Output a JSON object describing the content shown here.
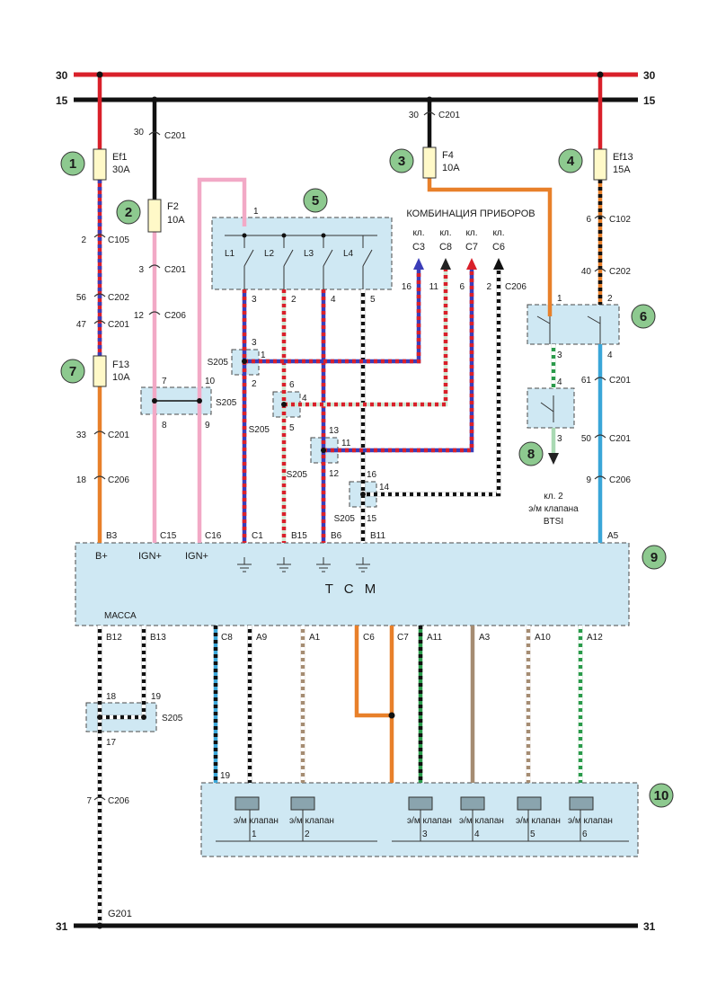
{
  "buses": {
    "top30_left": "30",
    "top30_right": "30",
    "top15_left": "15",
    "top15_right": "15",
    "bottom31_left": "31",
    "bottom31_right": "31"
  },
  "callouts": [
    "1",
    "2",
    "3",
    "4",
    "5",
    "6",
    "7",
    "8",
    "9",
    "10"
  ],
  "fuses": {
    "ef1": {
      "name": "Ef1",
      "rating": "30A"
    },
    "f2": {
      "name": "F2",
      "rating": "10A"
    },
    "f4": {
      "name": "F4",
      "rating": "10A"
    },
    "ef13": {
      "name": "Ef13",
      "rating": "15A"
    },
    "f13": {
      "name": "F13",
      "rating": "10A"
    }
  },
  "connectors": {
    "c105": {
      "pin": "2",
      "name": "C105"
    },
    "c202_a": {
      "pin": "56",
      "name": "C202"
    },
    "c201_a": {
      "pin": "47",
      "name": "C201"
    },
    "c201_b": {
      "pin": "33",
      "name": "C201"
    },
    "c206_a": {
      "pin": "18",
      "name": "C206"
    },
    "c201_f2_top": {
      "pin": "30",
      "name": "C201"
    },
    "c201_f2_bot": {
      "pin": "3",
      "name": "C201"
    },
    "c206_f2": {
      "pin": "12",
      "name": "C206"
    },
    "c201_f4": {
      "pin": "30",
      "name": "C201"
    },
    "c102": {
      "pin": "6",
      "name": "C102"
    },
    "c202_b": {
      "pin": "40",
      "name": "C202"
    },
    "c201_c": {
      "pin": "61",
      "name": "C201"
    },
    "c201_d": {
      "pin": "50",
      "name": "C201"
    },
    "c206_b": {
      "pin": "9",
      "name": "C206"
    },
    "c206_cluster": {
      "name": "C206"
    },
    "c206_bottom": {
      "pin": "7",
      "name": "C206"
    }
  },
  "cluster": {
    "title": "КОМБИНАЦИЯ ПРИБОРОВ",
    "terminals": [
      {
        "kl": "кл.",
        "name": "C3",
        "pin": "16"
      },
      {
        "kl": "кл.",
        "name": "C8",
        "pin": "11"
      },
      {
        "kl": "кл.",
        "name": "C7",
        "pin": "6"
      },
      {
        "kl": "кл.",
        "name": "C6",
        "pin": "2"
      }
    ]
  },
  "switch_block": {
    "pin_in": "1",
    "switches": [
      "L1",
      "L2",
      "L3",
      "L4"
    ],
    "pins_out": [
      "3",
      "2",
      "4",
      "5"
    ]
  },
  "splices": {
    "s205_label": "S205",
    "s205_f2": {
      "in_a": "7",
      "in_b": "10",
      "out_a": "8",
      "out_b": "9"
    },
    "s205_1": {
      "top": "3",
      "side": "1",
      "bottom": "2"
    },
    "s205_2": {
      "top": "6",
      "side": "4",
      "bottom": "5"
    },
    "s205_3": {
      "top": "13",
      "side": "11",
      "bottom": "12"
    },
    "s205_4": {
      "top": "16",
      "side": "14",
      "bottom": "15"
    },
    "s205_mass": {
      "in_a": "18",
      "in_b": "19",
      "out": "17"
    }
  },
  "relay6": {
    "pins": [
      "1",
      "2",
      "3",
      "4"
    ]
  },
  "relay8": {
    "pins": [
      "4",
      "3"
    ],
    "note_1": "кл. 2",
    "note_2": "э/м клапана",
    "note_3": "BTSI"
  },
  "tcm": {
    "title": "T C M",
    "mass_label": "МАССА",
    "top_pins": [
      "B3",
      "C15",
      "C16",
      "C1",
      "B15",
      "B6",
      "B11",
      "A5"
    ],
    "top_labels": [
      "B+",
      "IGN+",
      "IGN+"
    ],
    "bottom_pins": [
      "B12",
      "B13",
      "C8",
      "A9",
      "A1",
      "C6",
      "C7",
      "A11",
      "A3",
      "A10",
      "A12"
    ]
  },
  "valves": {
    "label": "э/м клапан",
    "pin_19": "19",
    "numbers": [
      "1",
      "2",
      "3",
      "4",
      "5",
      "6"
    ]
  },
  "ground": {
    "name": "G201"
  }
}
